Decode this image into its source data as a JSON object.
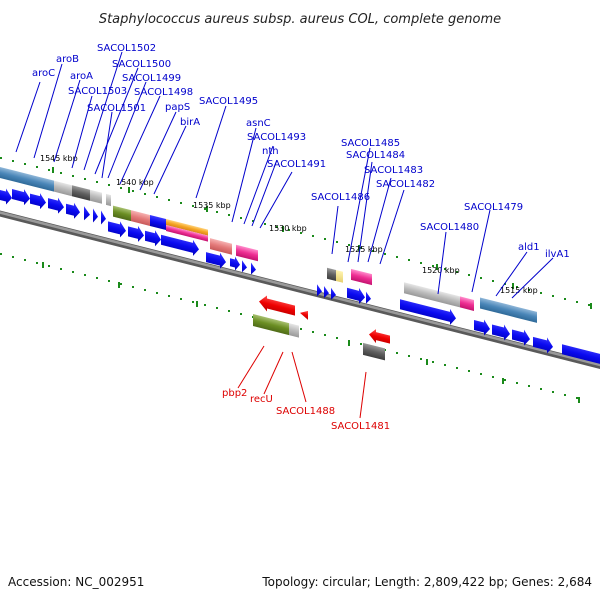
{
  "title": "Staphylococcus aureus subsp. aureus COL, complete genome",
  "footer": {
    "accession": "Accession: NC_002951",
    "summary": "Topology: circular; Length: 2,809,422 bp; Genes: 2,684"
  },
  "scale_labels": [
    "1545 kbp",
    "1540 kbp",
    "1535 kbp",
    "1530 kbp",
    "1525 kbp",
    "1520 kbp",
    "1515 kbp"
  ],
  "forward_genes": [
    "aroC",
    "aroB",
    "aroA",
    "SACOL1502",
    "SACOL1500",
    "SACOL1503",
    "SACOL1499",
    "SACOL1501",
    "SACOL1498",
    "papS",
    "birA",
    "SACOL1495",
    "asnC",
    "SACOL1493",
    "nth",
    "SACOL1491",
    "SACOL1485",
    "SACOL1484",
    "SACOL1486",
    "SACOL1483",
    "SACOL1482",
    "SACOL1480",
    "SACOL1479",
    "ald1",
    "ilvA1"
  ],
  "reverse_genes": [
    "pbp2",
    "recU",
    "SACOL1488",
    "SACOL1481"
  ],
  "colors": {
    "forward_label": "#0000cc",
    "reverse_label": "#dd0000",
    "tick": "#1a8a1a",
    "cds": "#0000ee",
    "backbone": "#808080"
  }
}
